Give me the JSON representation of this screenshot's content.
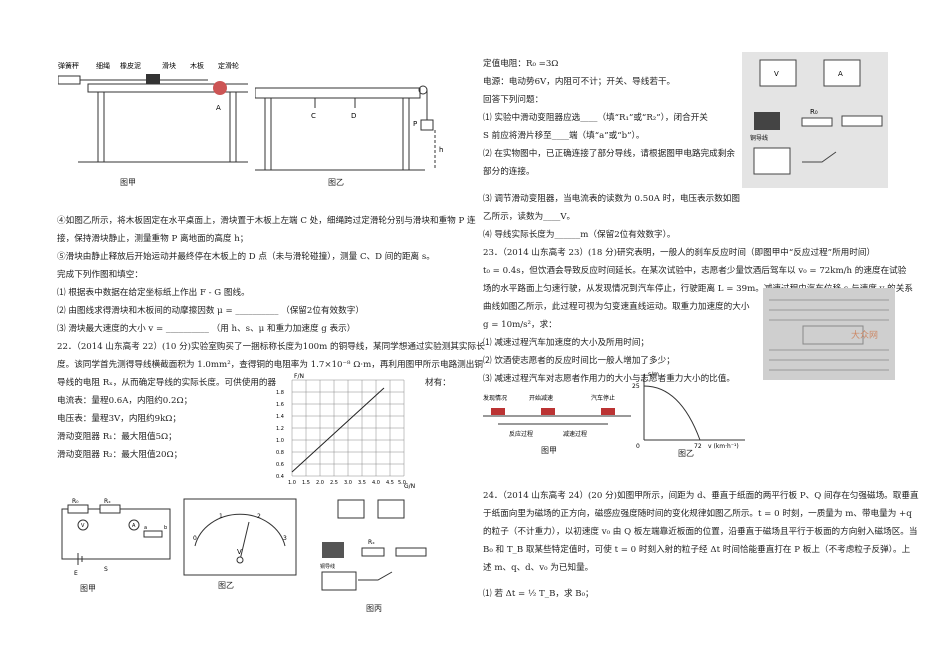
{
  "left": {
    "fig_jia_caption": "图甲",
    "fig_yi_caption": "图乙",
    "fig_jia_labels": [
      "弹簧秤",
      "细绳",
      "橡皮泥",
      "滑块",
      "木板",
      "定滑轮",
      "A"
    ],
    "fig_yi_labels": [
      "C",
      "D",
      "P",
      "h"
    ],
    "step4_a": "④如图乙所示，将木板固定在水平桌面上，滑块置于木板上左端 C 处，细绳跨过定滑轮分别与滑块和重物 P 连",
    "step4_b": "接，保持滑块静止，测量重物 P 离地面的高度 h；",
    "step5": "⑤滑块由静止释放后开始运动并最终停在木板上的 D 点（未与滑轮碰撞），测量 C、D 间的距离 s。",
    "task_head": "完成下列作图和填空：",
    "task1": "⑴ 根据表中数据在给定坐标纸上作出 F - G 图线。",
    "task2": "⑵ 由图线求得滑块和木板间的动摩擦因数 μ = __________ （保留2位有效数字）",
    "task3": "⑶ 滑块最大速度的大小 v = __________ （用 h、s、μ 和重力加速度 g 表示）",
    "q22_a": "22．（2014 山东高考 22）(10 分)实验室购买了一捆标称长度为100m 的铜导线，某同学想通过实验测其实际长",
    "q22_b": "度。该同学首先测得导线横截面积为 1.0mm²，查得铜的电阻率为 1.7×10⁻⁸ Ω·m，再利用图甲所示电路测出铜",
    "q22_c": "导线的电阻 Rₓ，从而确定导线的实际长度。可供使用的器",
    "q22_c2": "材有：",
    "eq1": "电流表：量程0.6A，内阻约0.2Ω；",
    "eq2": "电压表：量程3V，内阻约9kΩ；",
    "eq3": "滑动变阻器 R₁：最大阻值5Ω；",
    "eq4": "滑动变阻器 R₂：最大阻值20Ω；",
    "graph_ylabel": "F/N",
    "graph_xlabel": "G/N",
    "graph_yticks": [
      "0.4",
      "0.6",
      "0.8",
      "1.0",
      "1.2",
      "1.4",
      "1.6",
      "1.8"
    ],
    "graph_xticks": [
      "1.0",
      "1.5",
      "2.0",
      "2.5",
      "3.0",
      "3.5",
      "4.0",
      "4.5",
      "5.0"
    ],
    "circ_labels": [
      "R₀",
      "Rₓ",
      "V",
      "A",
      "a",
      "b",
      "E",
      "S"
    ],
    "circ_caption": "图甲",
    "meter_caption": "图乙",
    "meter_ticks": [
      "0",
      "1",
      "2",
      "3"
    ],
    "meter_unit": "V",
    "photo_caption": "图丙",
    "photo_labels": [
      "铜导线",
      "Rₓ"
    ]
  },
  "right": {
    "r0": "定值电阻：R₀ =3Ω",
    "power": "电源：电动势6V，内阻可不计；开关、导线若干。",
    "answer_head": "回答下列问题：",
    "a1_a": "⑴ 实验中滑动变阻器应选____（填“R₁”或“R₂”），闭合开关",
    "a1_b": "S 前应将滑片移至____端（填“a”或“b”）。",
    "a2_a": "⑵ 在实物图中，已正确连接了部分导线，请根据图甲电路完成剩余",
    "a2_b": "部分的连接。",
    "a3_a": "⑶ 调节滑动变阻器，当电流表的读数为 0.50A 时，电压表示数如图",
    "a3_b": "乙所示，读数为____V。",
    "a4": "⑷ 导线实际长度为______m（保留2位有效数字）。",
    "q23_a": "23．（2014 山东高考 23）(18 分)研究表明，一般人的刹车反应时间（即图甲中“反应过程”所用时间）",
    "q23_b": "t₀ = 0.4s，但饮酒会导致反应时间延长。在某次试验中，志愿者少量饮酒后驾车以 v₀ = 72km/h 的速度在试验",
    "q23_c": "场的水平路面上匀速行驶，从发现情况到汽车停止，行驶距离 L = 39m。减速过程中汽车位移 s 与速度 v 的关系",
    "q23_d": "曲线如图乙所示，此过程可视为匀变速直线运动。取重力加速度的大小",
    "q23_e": "g = 10m/s²，求：",
    "q23_1": "⑴ 减速过程汽车加速度的大小及所用时间；",
    "q23_2": "⑵ 饮酒使志愿者的反应时间比一般人增加了多少；",
    "q23_3": "⑶ 减速过程汽车对志愿者作用力的大小与志愿者重力大小的比值。",
    "car_labels": [
      "发现情况",
      "开始减速",
      "汽车停止",
      "反应过程",
      "减速过程"
    ],
    "car_caption": "图甲",
    "curve_ylabel": "s/m",
    "curve_y": "25",
    "curve_x0": "0",
    "curve_x": "72",
    "curve_xlabel": "v (km·h⁻¹)",
    "curve_caption": "图乙",
    "q24_a": "24．（2014 山东高考 24）(20 分)如图甲所示，间距为 d、垂直于纸面的两平行板 P、Q 间存在匀强磁场。取垂直",
    "q24_b": "于纸面向里为磁场的正方向，磁感应强度随时间的变化规律如图乙所示。t = 0 时刻，一质量为 m、带电量为 +q",
    "q24_c": "的粒子（不计重力），以初速度 v₀ 由 Q 板左端靠近板面的位置，沿垂直于磁场且平行于板面的方向射入磁场区。当",
    "q24_d": "B₀ 和 T_B 取某些特定值时，可使 t = 0 时刻入射的粒子经 Δt 时间恰能垂直打在 P 板上（不考虑粒子反弹）。上",
    "q24_e": "述 m、q、d、v₀ 为已知量。",
    "q24_1": "⑴ 若 Δt = ½ T_B，求 B₀；",
    "photo_labels": [
      "V",
      "A",
      "铜导线",
      "R₀"
    ],
    "watermark": "大众网"
  }
}
